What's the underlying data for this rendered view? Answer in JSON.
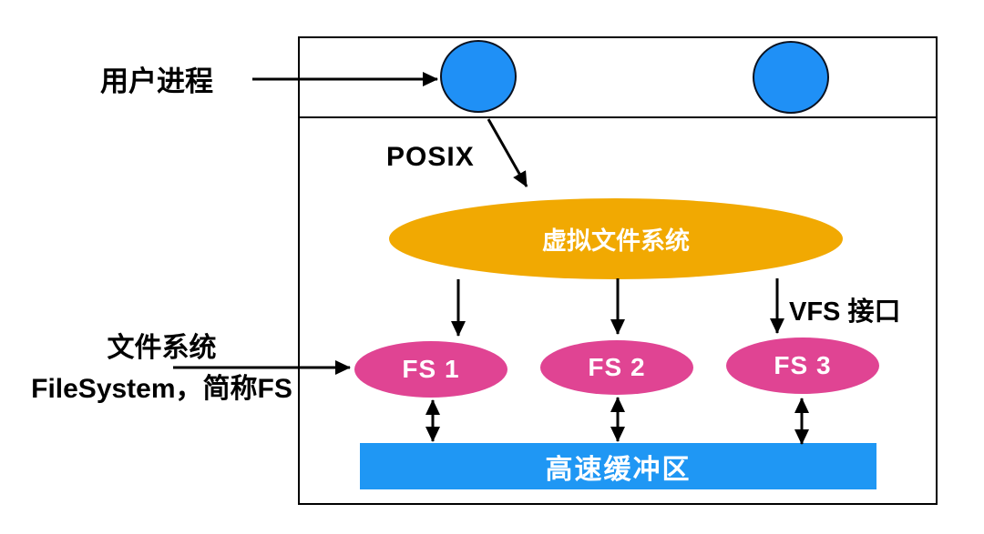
{
  "diagram": {
    "labels": {
      "user_process": "用户进程",
      "posix": "POSIX",
      "vfs": "虚拟文件系统",
      "vfs_interface": "VFS 接口",
      "filesystem_line1": "文件系统",
      "filesystem_line2": "FileSystem，简称FS",
      "buffer": "高速缓冲区"
    },
    "fs_nodes": [
      {
        "label": "FS 1"
      },
      {
        "label": "FS 2"
      },
      {
        "label": "FS 3"
      }
    ],
    "colors": {
      "circle_blue": "#1F90F6",
      "vfs_orange": "#F1A902",
      "fs_pink": "#E04493",
      "buffer_blue": "#1F97F4",
      "arrow_black": "#000000"
    }
  }
}
